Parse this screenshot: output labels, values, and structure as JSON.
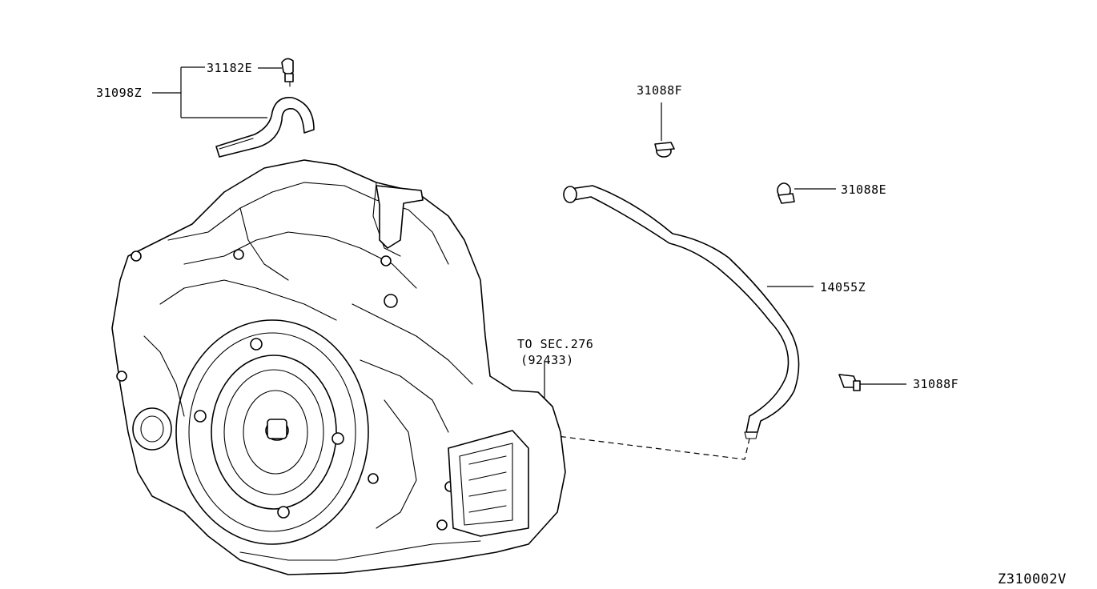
{
  "labels": {
    "part_31182E": "31182E",
    "part_31098Z": "31098Z",
    "part_31088F_top": "31088F",
    "part_31088E": "31088E",
    "part_14055Z": "14055Z",
    "part_31088F_bottom": "31088F",
    "reference_line1": "TO SEC.276",
    "reference_line2": "(92433)",
    "diagram_code": "Z310002V"
  }
}
